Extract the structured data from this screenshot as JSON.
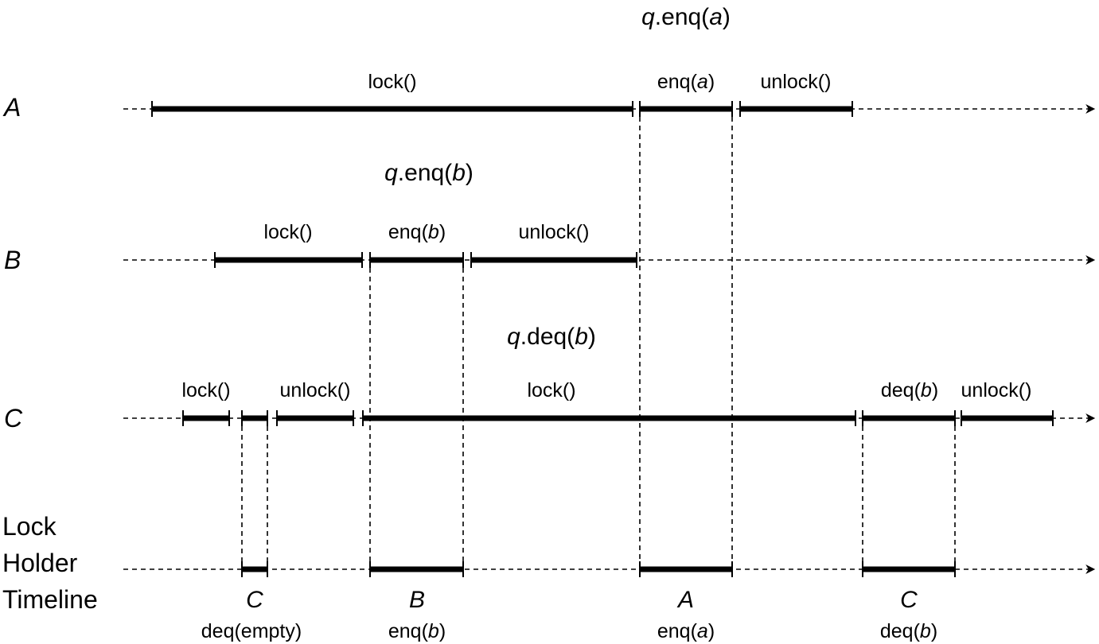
{
  "rows": {
    "A": "A",
    "B": "B",
    "C": "C",
    "lock_holder_1": "Lock",
    "lock_holder_2": "Holder",
    "lock_holder_3": "Timeline"
  },
  "high_level_ops": {
    "q_enq_a": {
      "var": "q",
      "mid": ".enq(",
      "arg": "a",
      "end": ")"
    },
    "q_enq_b": {
      "var": "q",
      "mid": ".enq(",
      "arg": "b",
      "end": ")"
    },
    "q_deq_b": {
      "var": "q",
      "mid": ".deq(",
      "arg": "b",
      "end": ")"
    }
  },
  "thread_A": {
    "lock": "lock()",
    "enq": {
      "pre": "enq(",
      "arg": "a",
      "post": ")"
    },
    "unlock": "unlock()"
  },
  "thread_B": {
    "lock": "lock()",
    "enq": {
      "pre": "enq(",
      "arg": "b",
      "post": ")"
    },
    "unlock": "unlock()"
  },
  "thread_C": {
    "lock1": "lock()",
    "unlock1": "unlock()",
    "lock2": "lock()",
    "deq": {
      "pre": "deq(",
      "arg": "b",
      "post": ")"
    },
    "unlock2": "unlock()"
  },
  "holders": [
    {
      "thread": "C",
      "op": "deq(empty)"
    },
    {
      "thread": "B",
      "op_pre": "enq(",
      "op_arg": "b",
      "op_post": ")"
    },
    {
      "thread": "A",
      "op_pre": "enq(",
      "op_arg": "a",
      "op_post": ")"
    },
    {
      "thread": "C",
      "op_pre": "deq(",
      "op_arg": "b",
      "op_post": ")"
    }
  ]
}
